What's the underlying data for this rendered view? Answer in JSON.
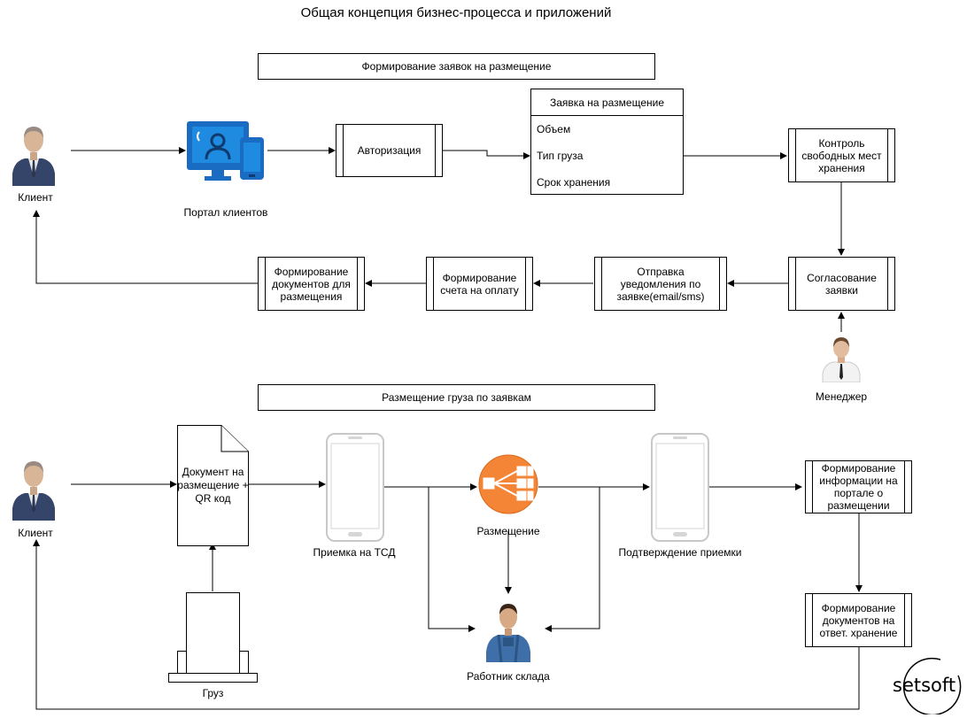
{
  "title": "Общая концепция бизнес-процесса и приложений",
  "section1": {
    "banner": "Формирование заявок на размещение",
    "client_label": "Клиент",
    "portal_label": "Портал клиентов",
    "auth": "Авторизация",
    "request": {
      "header": "Заявка на размещение",
      "rows": [
        "Объем",
        "Тип груза",
        "Срок хранения"
      ]
    },
    "control": "Контроль свободных мест хранения",
    "approval": "Согласование заявки",
    "notify": "Отправка уведомления по заявке(email/sms)",
    "invoice": "Формирование счета на оплату",
    "docs": "Формирование документов для размещения",
    "manager_label": "Менеджер"
  },
  "section2": {
    "banner": "Размещение груза по заявкам",
    "client_label": "Клиент",
    "document": "Документ на размещение + QR код",
    "cargo_label": "Груз",
    "tsd_label": "Приемка на ТСД",
    "placement_label": "Размещение",
    "confirm_label": "Подтверждение приемки",
    "worker_label": "Работник склада",
    "info": "Формирование информации на портале о размещении",
    "storage_docs": "Формирование документов на ответ. хранение"
  },
  "logo": "setsoft"
}
